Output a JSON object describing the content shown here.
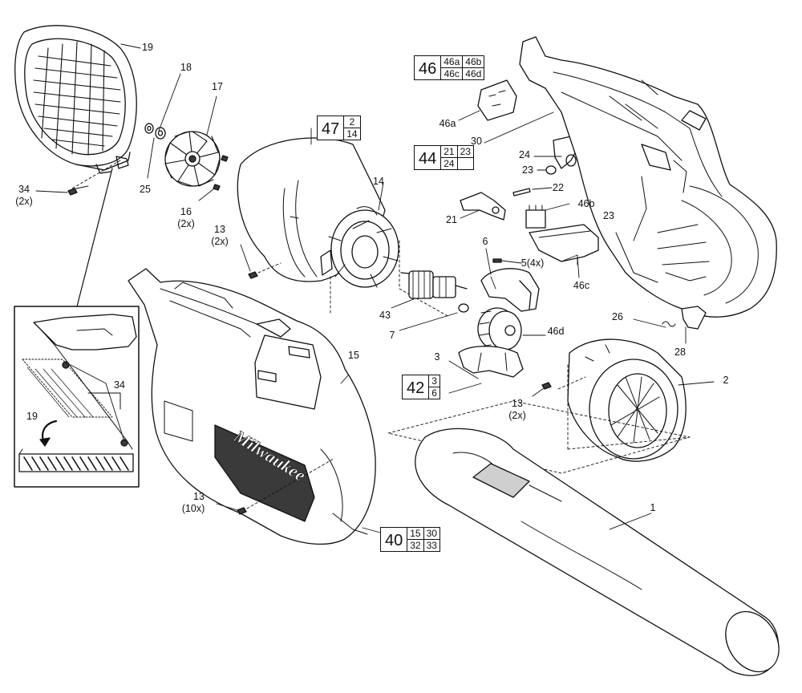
{
  "labels": {
    "p19": "19",
    "p18": "18",
    "p17": "17",
    "p25": "25",
    "p34": "34",
    "p34_qty": "(2x)",
    "p16": "16",
    "p16_qty": "(2x)",
    "p14": "14",
    "p13a": "13",
    "p13a_qty": "(2x)",
    "p43": "43",
    "p7": "7",
    "p6": "6",
    "p5": "5(4x)",
    "p3": "3",
    "p46a": "46a",
    "p30": "30",
    "p24": "24",
    "p23a": "23",
    "p23b": "23",
    "p22": "22",
    "p21": "21",
    "p46b": "46b",
    "p46c": "46c",
    "p46d": "46d",
    "p26": "26",
    "p28": "28",
    "p2": "2",
    "p13b": "13",
    "p13b_qty": "(2x)",
    "p15": "15",
    "p13c": "13",
    "p13c_qty": "(10x)",
    "p1": "1",
    "inset_p34": "34",
    "inset_p19": "19",
    "brand_logo_text": "Milwaukee"
  },
  "kits": {
    "k47": {
      "main": "47",
      "items": [
        "2",
        "14"
      ]
    },
    "k46": {
      "main": "46",
      "items": [
        "46a",
        "46b",
        "46c",
        "46d"
      ]
    },
    "k44": {
      "main": "44",
      "items": [
        "21",
        "23",
        "24"
      ]
    },
    "k42": {
      "main": "42",
      "items": [
        "3",
        "6"
      ]
    },
    "k40": {
      "main": "40",
      "items": [
        "15",
        "30",
        "32",
        "33"
      ]
    }
  },
  "colors": {
    "line": "#111111",
    "fill": "#ffffff",
    "shade": "#cfcfcf",
    "dark": "#3a3a3a"
  }
}
